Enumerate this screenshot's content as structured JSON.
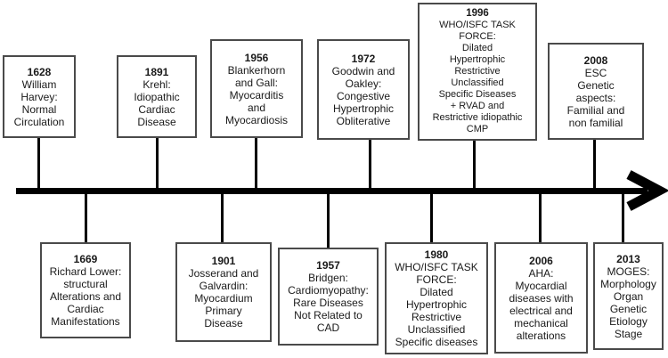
{
  "timeline": {
    "top_events": [
      {
        "year": "1628",
        "description": "William\nHarvey:\nNormal\nCirculation"
      },
      {
        "year": "1891",
        "description": "Krehl:\nIdiopathic\nCardiac\nDisease"
      },
      {
        "year": "1956",
        "description": "Blankerhorn\nand Gall:\nMyocarditis\nand\nMyocardiosis"
      },
      {
        "year": "1972",
        "description": "Goodwin and\nOakley:\nCongestive\nHypertrophic\nObliterative"
      },
      {
        "year": "1996",
        "description": "WHO/ISFC TASK\nFORCE:\nDilated\nHypertrophic\nRestrictive\nUnclassified\nSpecific Diseases\n+ RVAD and\nRestrictive idiopathic\nCMP"
      },
      {
        "year": "2008",
        "description": "ESC\nGenetic\naspects:\nFamilial and\nnon familial"
      }
    ],
    "bottom_events": [
      {
        "year": "1669",
        "description": "Richard Lower:\nstructural\nAlterations and\nCardiac\nManifestations"
      },
      {
        "year": "1901",
        "description": "Josserand and\nGalvardin:\nMyocardium\nPrimary\nDisease"
      },
      {
        "year": "1957",
        "description": "Bridgen:\nCardiomyopathy:\nRare Diseases\nNot Related to\nCAD"
      },
      {
        "year": "1980",
        "description": "WHO/ISFC TASK\nFORCE:\nDilated\nHypertrophic\nRestrictive\nUnclassified\nSpecific diseases"
      },
      {
        "year": "2006",
        "description": "AHA:\nMyocardial\ndiseases with\nelectrical and\nmechanical\nalterations"
      },
      {
        "year": "2013",
        "description": "MOGES:\nMorphology\nOrgan\nGenetic\nEtiology\nStage"
      }
    ],
    "colors": {
      "line": "#000000",
      "box_border": "#4a4a4a",
      "text": "#1a1a1a",
      "background": "#ffffff"
    }
  }
}
